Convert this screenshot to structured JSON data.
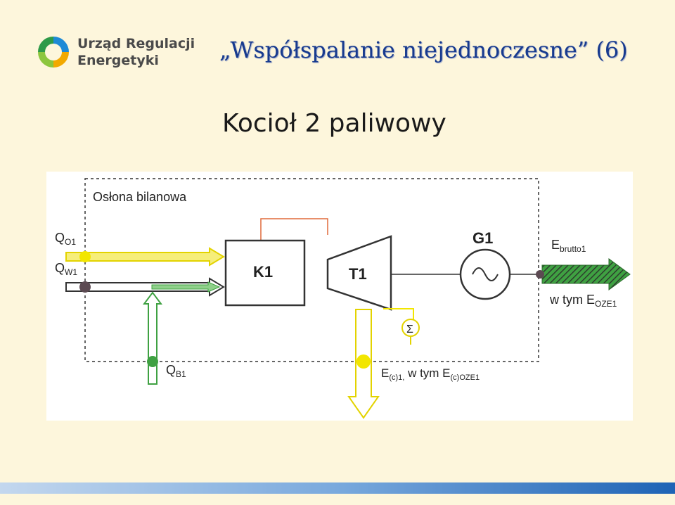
{
  "header": {
    "logo_line1": "Urząd Regulacji",
    "logo_line2": "Energetyki",
    "title": "„Współspalanie niejednoczesne” (6)",
    "subtitle": "Kocioł 2 paliwowy"
  },
  "diagram": {
    "boundary_label": "Osłona bilanowa",
    "boiler_label": "K1",
    "turbine_label": "T1",
    "generator_label": "G1",
    "qo1": {
      "main": "Q",
      "sub": "O1"
    },
    "qw1": {
      "main": "Q",
      "sub": "W1"
    },
    "qb1": {
      "main": "Q",
      "sub": "B1"
    },
    "ebrutto": {
      "main": "E",
      "sub": "brutto1"
    },
    "oze_prefix": "w tym E",
    "oze_sub": "OZE1",
    "ec_main": "E",
    "ec_sub1": "(c)1,",
    "ec_mid": " w tym E",
    "ec_sub2": "(c)OZE1"
  },
  "colors": {
    "background": "#fdf6dc",
    "title": "#173a8e",
    "yellow": "#f2e600",
    "green": "#3fa142",
    "dark_dot": "#5c4a52",
    "orange_line": "#e06a3a"
  }
}
